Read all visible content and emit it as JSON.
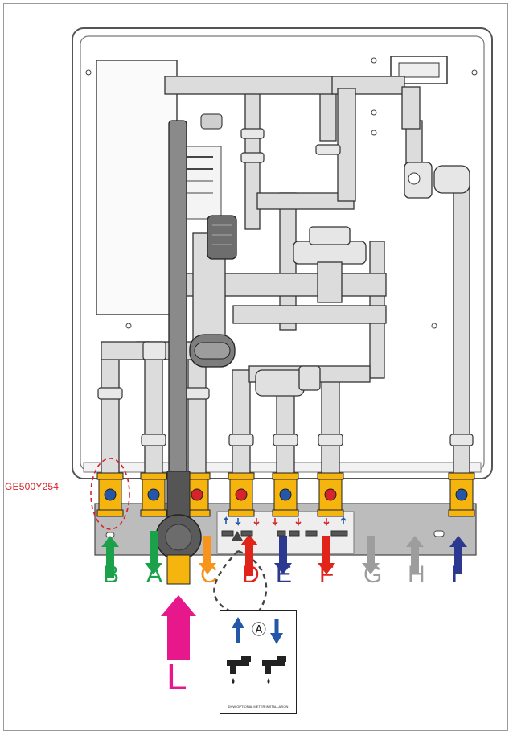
{
  "component_code": "GE500Y254",
  "connections": [
    {
      "letter": "B",
      "color": "#1aa14a",
      "direction": "up"
    },
    {
      "letter": "A",
      "color": "#1aa14a",
      "direction": "down"
    },
    {
      "letter": "L",
      "color": "#e6188c",
      "direction": "up"
    },
    {
      "letter": "C",
      "color": "#f7941d",
      "direction": "down"
    },
    {
      "letter": "D",
      "color": "#e2231a",
      "direction": "up"
    },
    {
      "letter": "E",
      "color": "#2b3990",
      "direction": "down"
    },
    {
      "letter": "F",
      "color": "#e2231a",
      "direction": "down"
    },
    {
      "letter": "G",
      "color": "#9d9d9d",
      "direction": "down"
    },
    {
      "letter": "H",
      "color": "#9d9d9d",
      "direction": "up"
    },
    {
      "letter": "I",
      "color": "#2b3990",
      "direction": "up"
    }
  ],
  "inset": {
    "marker": "Ⓐ",
    "caption": "DHW OPTIONAL METER INSTALLATION"
  },
  "colors": {
    "valve_body": "#f6b40e",
    "pipe": "#dcdcdc",
    "outline": "#222222",
    "cabinet_border": "#555555",
    "cold_handle": "#2457a8",
    "hot_handle": "#d8232a"
  }
}
